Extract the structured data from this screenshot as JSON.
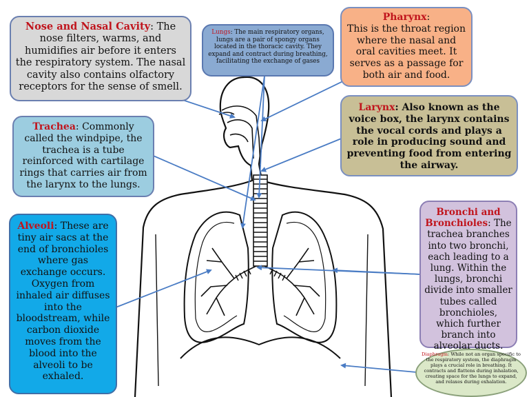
{
  "labels": {
    "nose": {
      "title": "Nose and Nasal Cavity",
      "text": "The nose filters, warms, and humidifies air before it enters the respiratory system. The nasal cavity also contains olfactory receptors for the sense of smell."
    },
    "lungs": {
      "title": "Lungs",
      "text": "The main respiratory organs, lungs are a pair of spongy organs located in the thoracic cavity. They expand and contract during breathing, facilitating the exchange of gases"
    },
    "pharynx": {
      "title": "Pharynx",
      "text": "This is the throat region where the nasal and oral cavities meet. It serves as a passage for both air and food."
    },
    "larynx": {
      "title": "Larynx",
      "text": "Also known as the voice box, the larynx contains the vocal cords and plays a role in producing sound and preventing food from entering the airway."
    },
    "trachea": {
      "title": "Trachea",
      "text": "Commonly called the windpipe, the trachea is a tube reinforced with cartilage rings that carries air from the larynx to the lungs."
    },
    "alveoli": {
      "title": "Alveoli",
      "text": "These are tiny air sacs at the end of bronchioles where gas exchange occurs. Oxygen from inhaled air diffuses into the bloodstream, while carbon dioxide moves from the blood into the alveoli to be exhaled."
    },
    "bronchi": {
      "title": "Bronchi and Bronchioles",
      "text": "The trachea branches into two bronchi, each leading to a lung. Within the lungs, bronchi divide into smaller tubes called bronchioles, which further branch into alveolar ducts."
    },
    "diaphragm": {
      "title": "Diaphragm",
      "text": "While not an organ specific to the respiratory system, the diaphragm plays a crucial role in breathing. It contracts and flattens during inhalation, creating space for the lungs to expand, and relaxes during exhalation."
    }
  },
  "colors": {
    "arrow": "#4a7cc4",
    "title_red": "#c0141c",
    "nose_box": "#d8d8d8",
    "lungs_box": "#8aaad2",
    "pharynx_box": "#f8b187",
    "larynx_box": "#c8bf96",
    "trachea_box": "#9ccde0",
    "alveoli_box": "#12a9e8",
    "bronchi_box": "#d2c2dd",
    "diaphragm_box": "#dbe8c8"
  }
}
